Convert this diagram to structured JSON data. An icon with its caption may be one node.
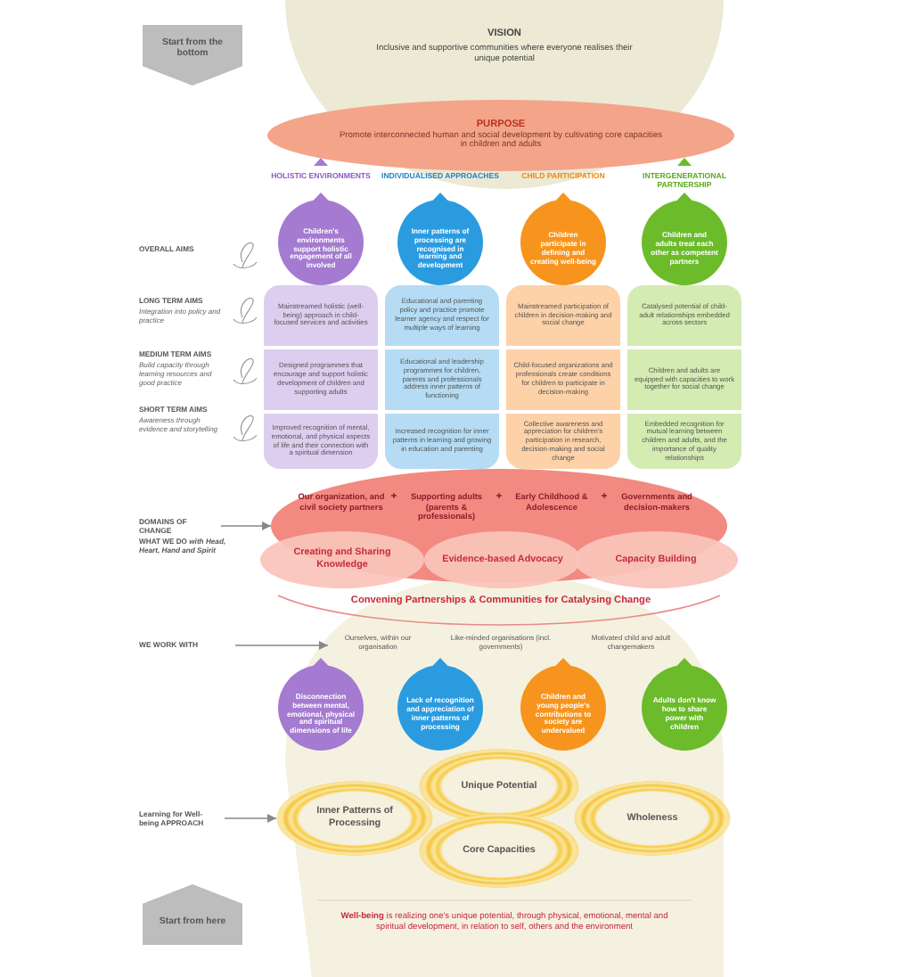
{
  "diagram": {
    "nodes": [
      {
        "text": [
          "Start from the bottom"
        ]
      },
      {
        "text": [
          "VISION",
          "Inclusive and supportive communities where everyone realises their unique potential"
        ]
      },
      {
        "text": [
          "PURPOSE",
          "Promote interconnected human and social development by cultivating core capacities in children and adults"
        ]
      },
      {
        "text": [
          "Children's environments support holistic engagement of all involved"
        ]
      },
      {
        "text": [
          "Inner patterns of processing are recognised in learning and development"
        ]
      },
      {
        "text": [
          "Children participate in defining and creating well-being"
        ]
      },
      {
        "text": [
          "Children and adults treat each other as competent partners"
        ]
      },
      {
        "text": [
          "Mainstreamed holistic (well-being) approach in child-focused services and activities"
        ]
      },
      {
        "text": [
          "Educational and parenting policy and practice promote learner agency and respect for multiple ways of learning"
        ]
      },
      {
        "text": [
          "Mainstreamed participation of children in decision-making and social change"
        ]
      },
      {
        "text": [
          "Catalysed potential of child-adult relationships embedded across sectors"
        ]
      },
      {
        "text": [
          "Designed programmes that encourage and support holistic development of children and supporting adults"
        ]
      },
      {
        "text": [
          "Educational and leadership programmes for children, parents and professionals address inner patterns of functioning"
        ]
      },
      {
        "text": [
          "Child-focused organizations and professionals create conditions for children to participate in decision-making"
        ]
      },
      {
        "text": [
          "Children and adults are equipped with capacities to work together for social change"
        ]
      },
      {
        "text": [
          "Improved recognition of mental, emotional, and physical aspects of life and their connection with a spiritual dimension"
        ]
      },
      {
        "text": [
          "Increased recognition for inner patterns in learning and growing in education and parenting"
        ]
      },
      {
        "text": [
          "Collective awareness and appreciation for children's participation in research, decision-making and social change"
        ]
      },
      {
        "text": [
          "Embedded recognition for mutual learning between children and adults, and the importance of quality relationships"
        ]
      },
      {
        "text": [
          "DOMAINS OF CHANGE"
        ]
      },
      {
        "text": [
          "Our organization, and civil society partners",
          "+",
          "Supporting adults (parents & professionals)",
          "+",
          "Early Childhood & Adolescence",
          "+",
          "Governments and decision-makers"
        ]
      },
      {
        "text": [
          "Creating and Sharing Knowledge"
        ]
      },
      {
        "text": [
          "Evidence-based Advocacy"
        ]
      },
      {
        "text": [
          "Capacity Building"
        ]
      },
      {
        "text": [
          "WE WORK WITH"
        ]
      },
      {
        "text": [
          "Ourselves, within our organisation"
        ]
      },
      {
        "text": [
          "Like-minded organisations (incl. governments)"
        ]
      },
      {
        "text": [
          "Motivated child and adult changemakers"
        ]
      },
      {
        "text": [
          "Disconnection between mental, emotional, physical and spiritual dimensions of life"
        ]
      },
      {
        "text": [
          "Lack of recognition and appreciation of inner patterns of processing"
        ]
      },
      {
        "text": [
          "Children and young people's contributions to society are undervalued"
        ]
      },
      {
        "text": [
          "Adults don't know how to share power with children"
        ]
      },
      {
        "text": [
          "Learning for Well-being APPROACH"
        ]
      },
      {
        "text": [
          "Unique Potential"
        ]
      },
      {
        "text": [
          "Inner Patterns of Processing"
        ]
      },
      {
        "text": [
          "Wholeness"
        ]
      },
      {
        "text": [
          "Core Capacities"
        ]
      },
      {
        "text": [
          "Start from here"
        ]
      }
    ],
    "edges": [
      {
        "from": 19,
        "to": 20,
        "arrow": "to"
      },
      {
        "from": 24,
        "to": 25,
        "arrow": "to"
      },
      {
        "from": 32,
        "to": 34,
        "arrow": "to"
      }
    ],
    "labels": [
      "HOLISTIC ENVIRONMENTS",
      "INDIVIDUALISED APPROACHES",
      "CHILD PARTICIPATION",
      "INTERGENERATIONAL PARTNERSHIP",
      "OVERALL AIMS",
      "LONG TERM AIMS",
      "Integration into policy and practice",
      "MEDIUM TERM AIMS",
      "Build capacity through learning resources and good practice",
      "SHORT TERM AIMS",
      "Awareness through evidence and storytelling",
      "WHAT WE DO *with Head, Heart, Hand and Spirit*",
      "Convening Partnerships & Communities for Catalysing Change",
      "**Well-being** is realizing one's unique potential, through physical, emotional, mental and spiritual development, in relation to self, others and the environment"
    ]
  }
}
